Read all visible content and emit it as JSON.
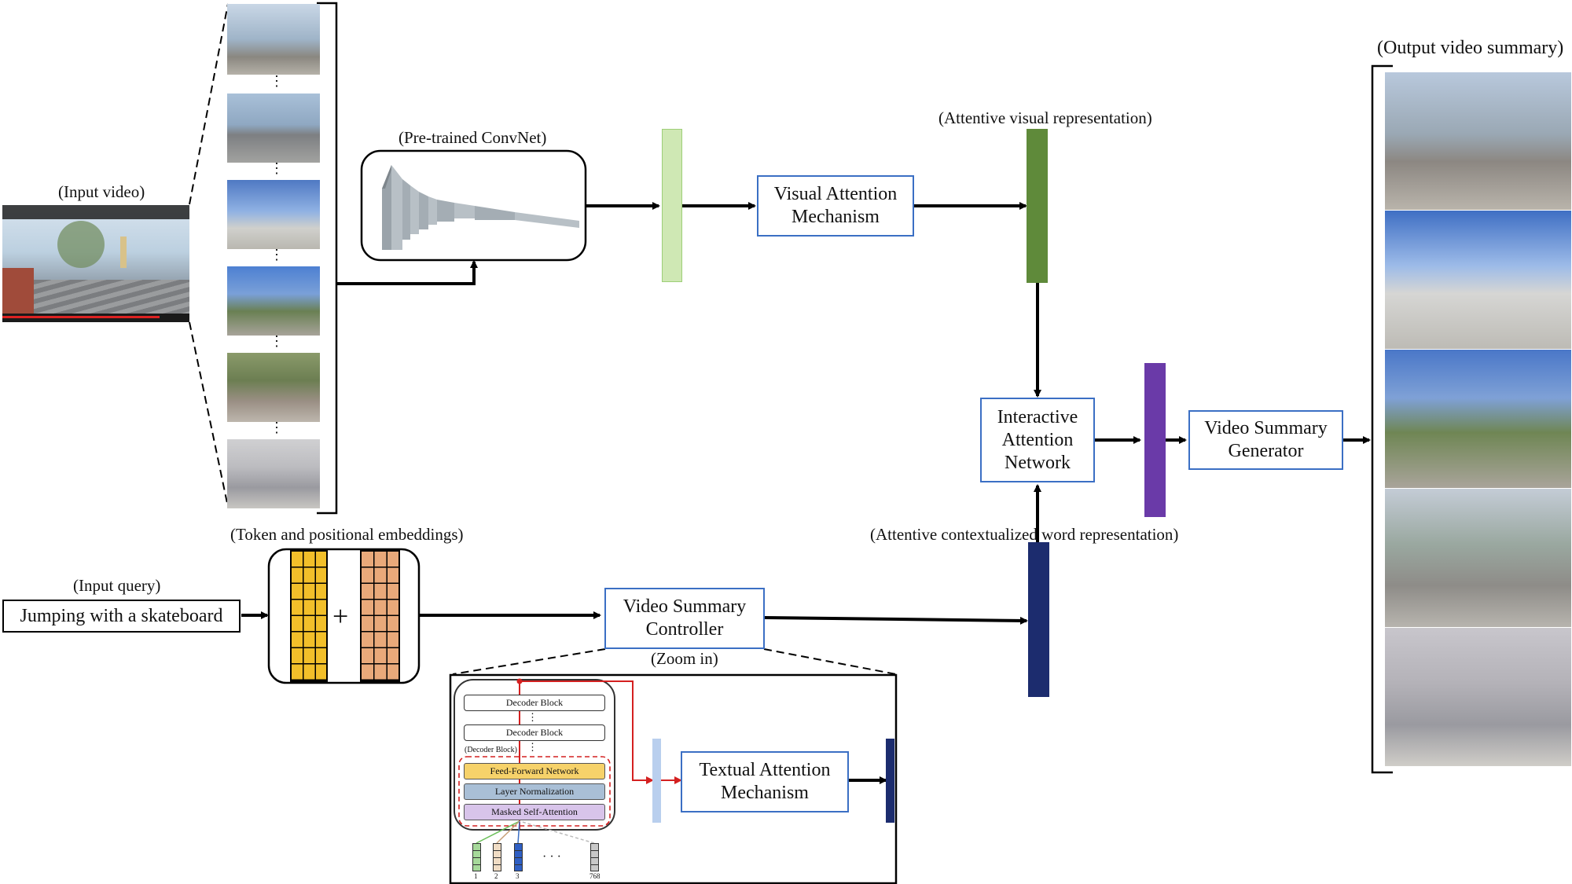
{
  "labels": {
    "input_video": "(Input video)",
    "pretrained_convnet": "(Pre-trained ConvNet)",
    "attentive_visual": "(Attentive visual representation)",
    "output_summary": "(Output video summary)",
    "token_pos_emb": "(Token and positional embeddings)",
    "input_query": "(Input query)",
    "attentive_context": "(Attentive contextualized word representation)",
    "zoom_in": "(Zoom in)",
    "decoder_block_group": "(Decoder Block)"
  },
  "query_text": "Jumping with a skateboard",
  "plus": "+",
  "boxes": {
    "visual_attention": "Visual Attention Mechanism",
    "interactive_attention": "Interactive Attention Network",
    "summary_generator": "Video Summary Generator",
    "summary_controller": "Video Summary Controller",
    "textual_attention": "Textual Attention Mechanism"
  },
  "decoder": {
    "block1": "Decoder Block",
    "block2": "Decoder Block",
    "ffn": "Feed-Forward Network",
    "layer_norm": "Layer Normalization",
    "masked_sa": "Masked Self-Attention"
  },
  "token_indices": [
    "1",
    "2",
    "3",
    "768"
  ],
  "ellipsis": "· · ·",
  "colors": {
    "light_green": "#cfe8b4",
    "dark_green": "#5f8a3a",
    "purple": "#6a3aa8",
    "navy": "#1c2c6e",
    "light_blue": "#b9cfee",
    "yellow": "#f2bf2a",
    "peach": "#e9a97a",
    "box_border": "#3b6fc4",
    "red": "#d42020"
  }
}
